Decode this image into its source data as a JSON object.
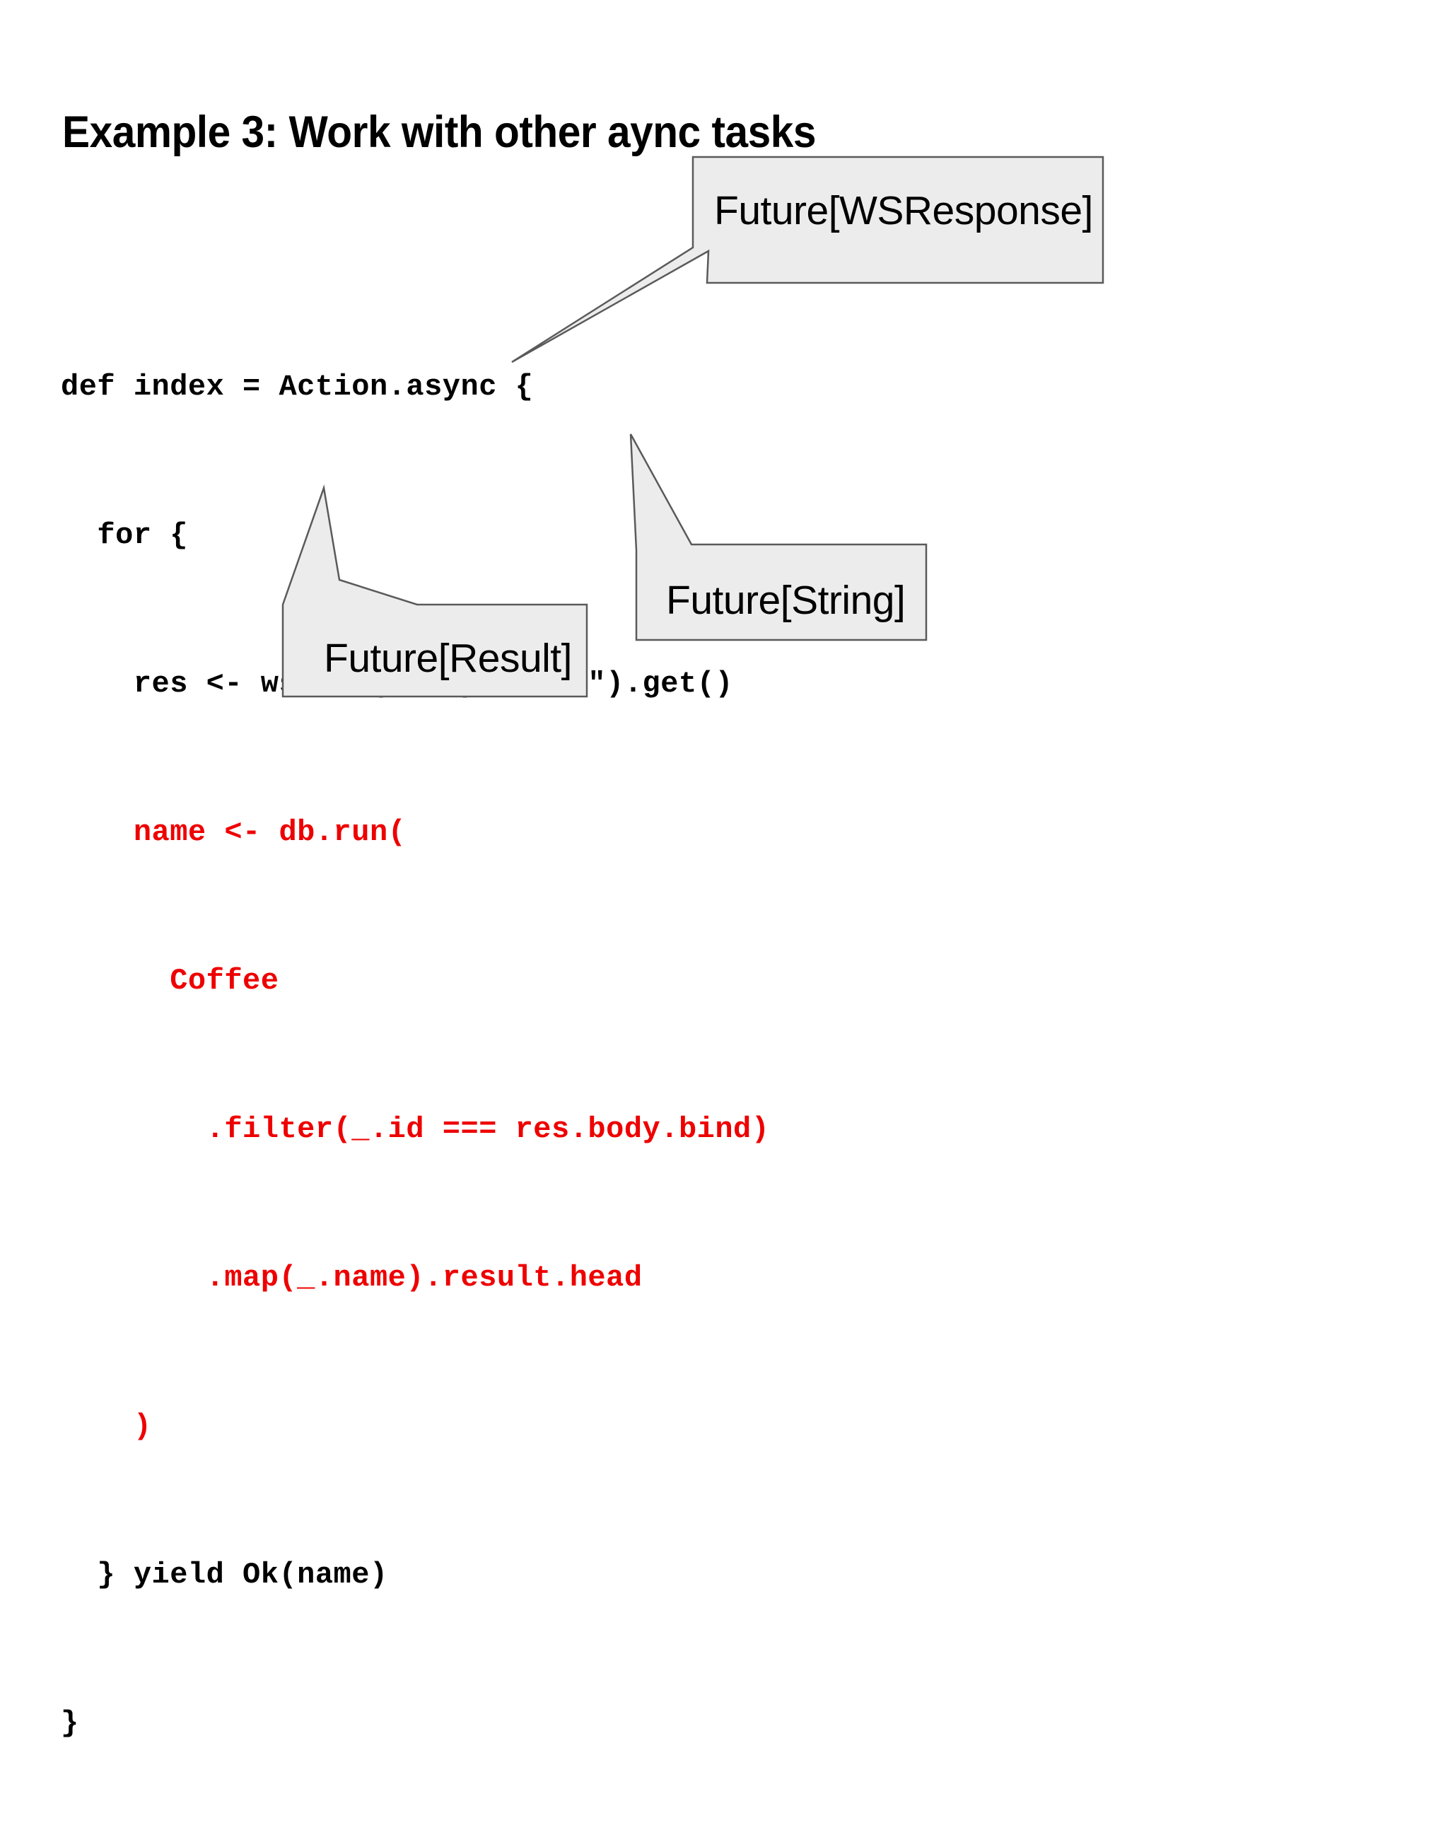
{
  "slide": {
    "title": "Example 3: Work with other aync tasks",
    "background_color": "#ffffff"
  },
  "code": {
    "language": "scala",
    "default_color": "#000000",
    "highlight_color": "#ee0000",
    "lines": [
      {
        "text": "def index = Action.async {",
        "color": "black"
      },
      {
        "text": "  for {",
        "color": "black"
      },
      {
        "text": "    res <- ws.url(\"http://xxx\").get()",
        "color": "black"
      },
      {
        "text": "    name <- db.run(",
        "color": "red"
      },
      {
        "text": "      Coffee",
        "color": "red"
      },
      {
        "text": "        .filter(_.id === res.body.bind)",
        "color": "red"
      },
      {
        "text": "        .map(_.name).result.head",
        "color": "red"
      },
      {
        "text": "    )",
        "color": "red"
      },
      {
        "text": "  } yield Ok(name)",
        "color": "black"
      },
      {
        "text": "}",
        "color": "black"
      }
    ]
  },
  "callouts": [
    {
      "id": "wsresponse",
      "label": "Future[WSResponse]",
      "fill_color": "#ececec",
      "border_color": "#5a5a5a",
      "points_to": "res <- ws.url(\"http://xxx\").get()"
    },
    {
      "id": "string",
      "label": "Future[String]",
      "fill_color": "#ececec",
      "border_color": "#5a5a5a",
      "points_to": ".map(_.name).result.head"
    },
    {
      "id": "result",
      "label": "Future[Result]",
      "fill_color": "#ececec",
      "border_color": "#5a5a5a",
      "points_to": "} yield Ok(name)"
    }
  ]
}
